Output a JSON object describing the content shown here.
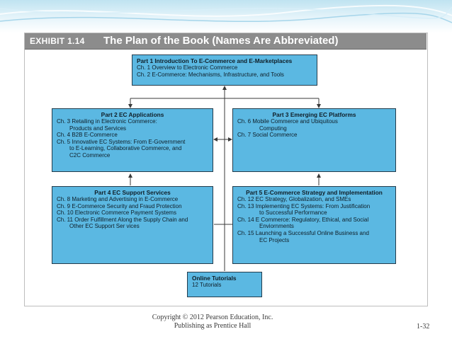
{
  "exhibit": {
    "label": "EXHIBIT 1.14",
    "title": "The Plan of the Book (Names Are Abbreviated)"
  },
  "part1": {
    "title": "Part 1 Introduction To E-Commerce and E-Marketplaces",
    "items": [
      "Ch. 1 Overview to Electronic Commerce",
      "Ch. 2 E-Commerce: Mechanisms, Infrastructure, and Tools"
    ]
  },
  "part2": {
    "title": "Part 2 EC Applications",
    "lines": [
      "Ch. 3 Retailing in Electronic Commerce:",
      "Products and Services",
      "Ch. 4 B2B E-Commerce",
      "Ch. 5 Innovative EC Systems: From E-Government",
      "to E-Learning, Collaborative Commerce, and",
      "C2C Commerce"
    ]
  },
  "part3": {
    "title": "Part 3 Emerging EC Platforms",
    "lines": [
      "Ch. 6 Mobile Commerce and Ubiquitous",
      "Computing",
      "Ch. 7 Social Commerce"
    ]
  },
  "part4": {
    "title": "Part 4 EC Support Services",
    "lines": [
      "Ch. 8    Marketing and Advertising in E-Commerce",
      "Ch. 9    E-Commerce Security and Fraud Protection",
      "Ch. 10 Electronic Commerce Payment Systems",
      "Ch. 11 Order Fulfillment Along the Supply Chain and",
      "Other EC Support Ser vices"
    ]
  },
  "part5": {
    "title": "Part 5 E-Commerce Strategy and Implementation",
    "lines": [
      "Ch. 12 EC Strategy, Globalization, and SMEs",
      "Ch. 13 Implementing EC Systems: From Justification",
      "to Successful Performance",
      "Ch. 14 E Commerce: Regulatory, Ethical, and Social",
      "Enviornments",
      "Ch. 15 Launching a Successful Online Business and",
      "EC Projects"
    ]
  },
  "tutorials": {
    "title": "Online Tutorials",
    "items": [
      "12 Tutorials"
    ]
  },
  "footer": {
    "copyright": "Copyright © 2012 Pearson Education, Inc.",
    "publisher": "Publishing as Prentice Hall",
    "page": "1-32"
  },
  "colors": {
    "box_fill": "#5bb8e2",
    "box_border": "#243c4c",
    "header_bar": "#8c8c8c",
    "connector": "#3a3a3a"
  }
}
